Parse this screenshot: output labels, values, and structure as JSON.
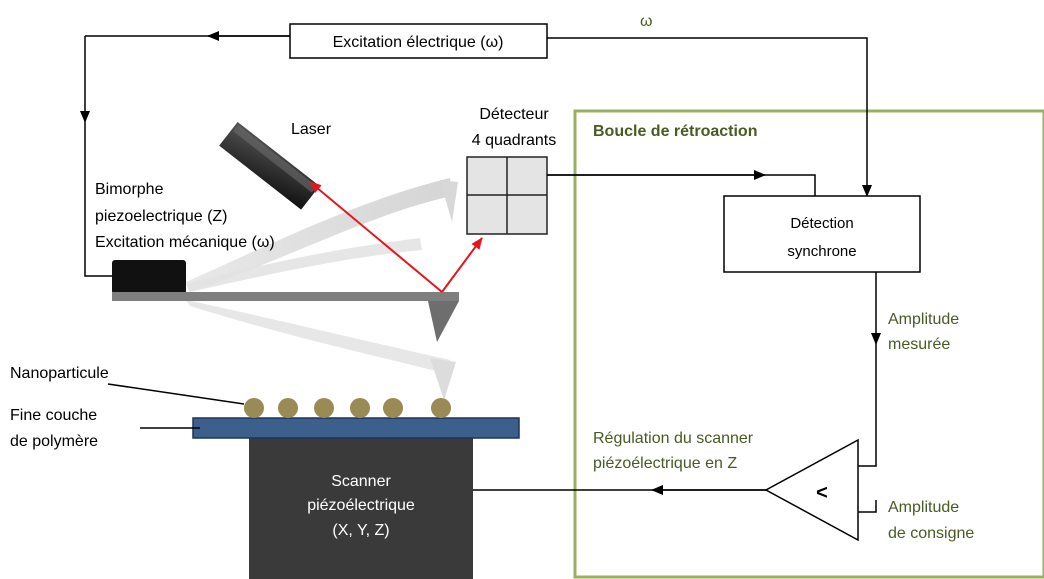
{
  "labels": {
    "excitation_electrique": "Excitation électrique (ω)",
    "omega": "ω",
    "laser": "Laser",
    "detecteur_line1": "Détecteur",
    "detecteur_line2": "4 quadrants",
    "boucle": "Boucle de rétroaction",
    "bimorphe_line1": "Bimorphe",
    "bimorphe_line2": "piezoelectrique (Z)",
    "bimorphe_line3": "Excitation mécanique (ω)",
    "detection_line1": "Détection",
    "detection_line2": "synchrone",
    "amplitude_mesuree_line1": "Amplitude",
    "amplitude_mesuree_line2": "mesurée",
    "nanoparticule": "Nanoparticule",
    "polymere_line1": "Fine couche",
    "polymere_line2": "de polymère",
    "regulation_line1": "Régulation du scanner",
    "regulation_line2": "piézoélectrique en Z",
    "comparator_symbol": "<",
    "scanner_line1": "Scanner",
    "scanner_line2": "piézoélectrique",
    "scanner_line3": "(X, Y, Z)",
    "consigne_line1": "Amplitude",
    "consigne_line2": "de consigne"
  },
  "colors": {
    "feedback_green": "#9bb05e",
    "feedback_text": "#4a5a23",
    "laser_red": "#e8141c",
    "polymer_blue": "#3c5f8c",
    "particle": "#9a8a55",
    "scanner": "#3a3a3a",
    "quadrant": "#e4e4e4"
  }
}
